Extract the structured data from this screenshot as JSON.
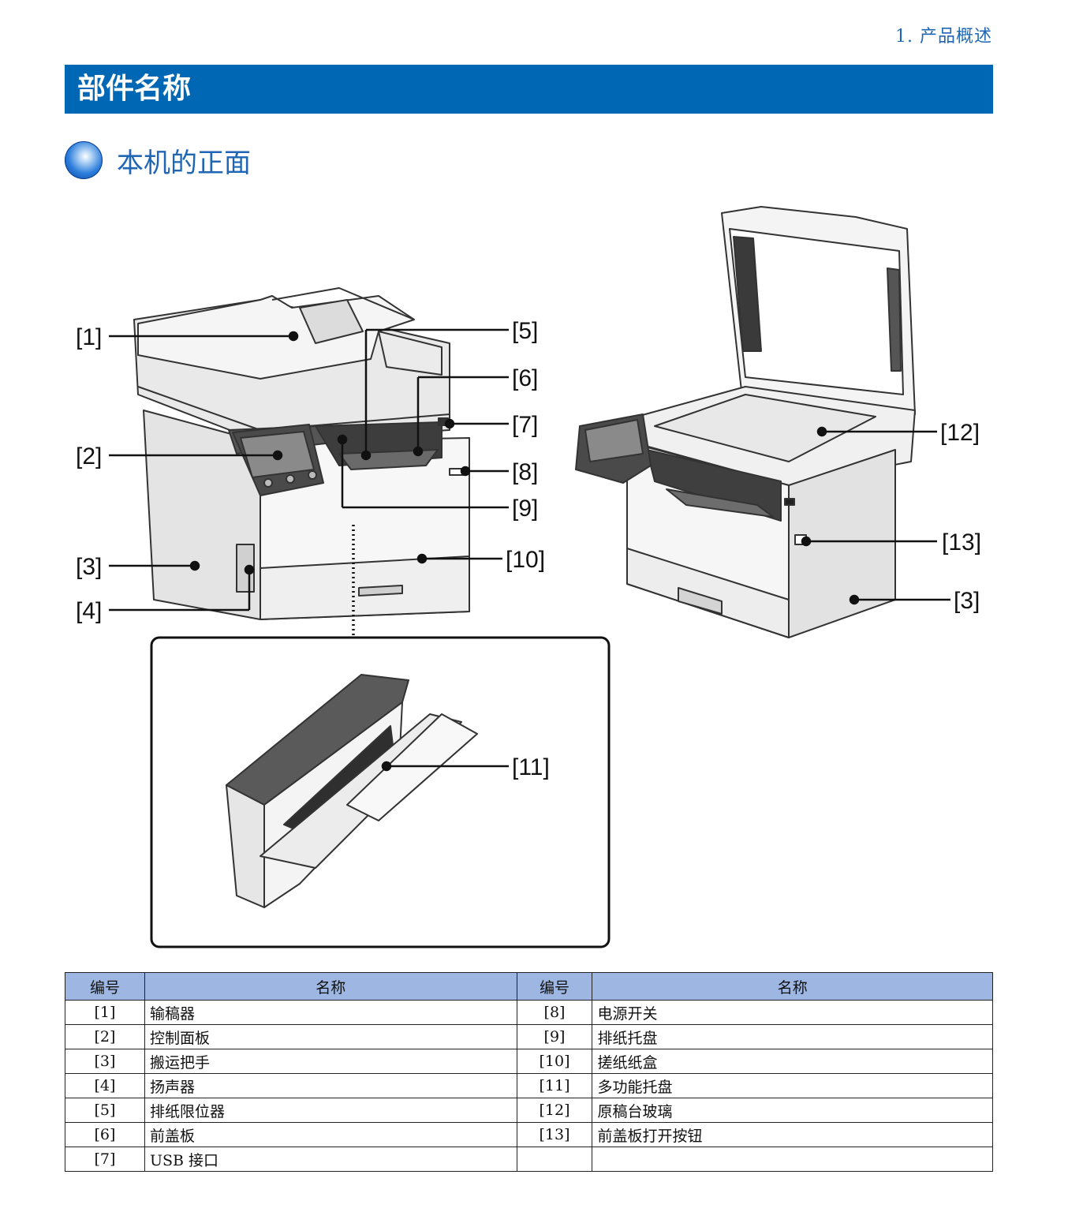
{
  "header": {
    "chapter": "1. 产品概述"
  },
  "banner": {
    "title": "部件名称"
  },
  "section": {
    "title": "本机的正面"
  },
  "callouts": {
    "c1": "[1]",
    "c2": "[2]",
    "c3": "[3]",
    "c4": "[4]",
    "c5": "[5]",
    "c6": "[6]",
    "c7": "[7]",
    "c8": "[8]",
    "c9": "[9]",
    "c10": "[10]",
    "c11": "[11]",
    "c12": "[12]",
    "c13": "[13]",
    "c3b": "[3]"
  },
  "table": {
    "headers": [
      "编号",
      "名称",
      "编号",
      "名称"
    ],
    "rows": [
      [
        "[1]",
        "输稿器",
        "[8]",
        "电源开关"
      ],
      [
        "[2]",
        "控制面板",
        "[9]",
        "排纸托盘"
      ],
      [
        "[3]",
        "搬运把手",
        "[10]",
        "搓纸纸盒"
      ],
      [
        "[4]",
        "扬声器",
        "[11]",
        "多功能托盘"
      ],
      [
        "[5]",
        "排纸限位器",
        "[12]",
        "原稿台玻璃"
      ],
      [
        "[6]",
        "前盖板",
        "[13]",
        "前盖板打开按钮"
      ],
      [
        "[7]",
        "USB 接口",
        "",
        ""
      ]
    ]
  }
}
